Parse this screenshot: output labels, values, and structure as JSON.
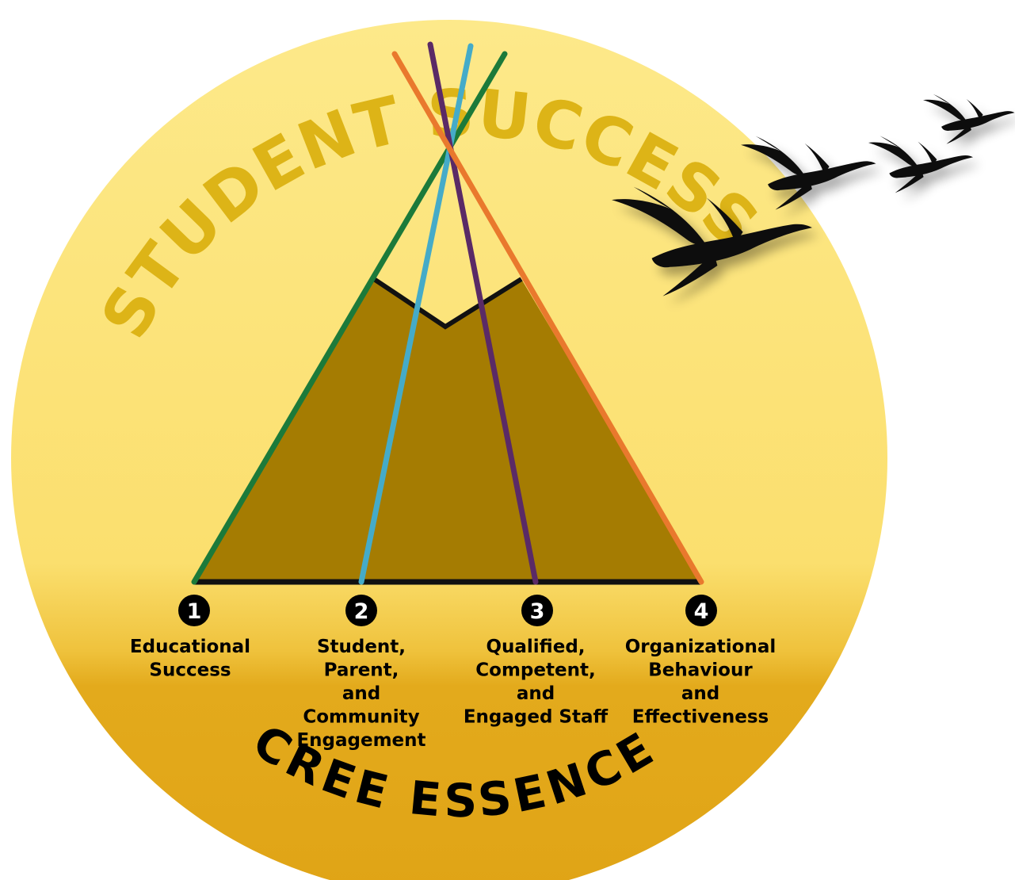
{
  "title": "STUDENT SUCCESS",
  "footer": "CREE ESSENCE",
  "colors": {
    "circle_light": "#fce27a",
    "circle_dark": "#e2a81a",
    "title_gold": "#ddb417",
    "teepee_fill": "#a57c02",
    "pole_green": "#1c7a3a",
    "pole_blue": "#45abc8",
    "pole_purple": "#5a2a66",
    "pole_orange": "#e9792d",
    "bird": "#111111"
  },
  "pillars": [
    {
      "number": "1",
      "lines": [
        "Educational",
        "Success"
      ]
    },
    {
      "number": "2",
      "lines": [
        "Student,",
        "Parent,",
        "and",
        "Community",
        "Engagement"
      ]
    },
    {
      "number": "3",
      "lines": [
        "Qualified,",
        "Competent,",
        "and",
        "Engaged Staff"
      ]
    },
    {
      "number": "4",
      "lines": [
        "Organizational",
        "Behaviour",
        "and",
        "Effectiveness"
      ]
    }
  ],
  "icons": {
    "bird": "goose-silhouette-icon"
  }
}
